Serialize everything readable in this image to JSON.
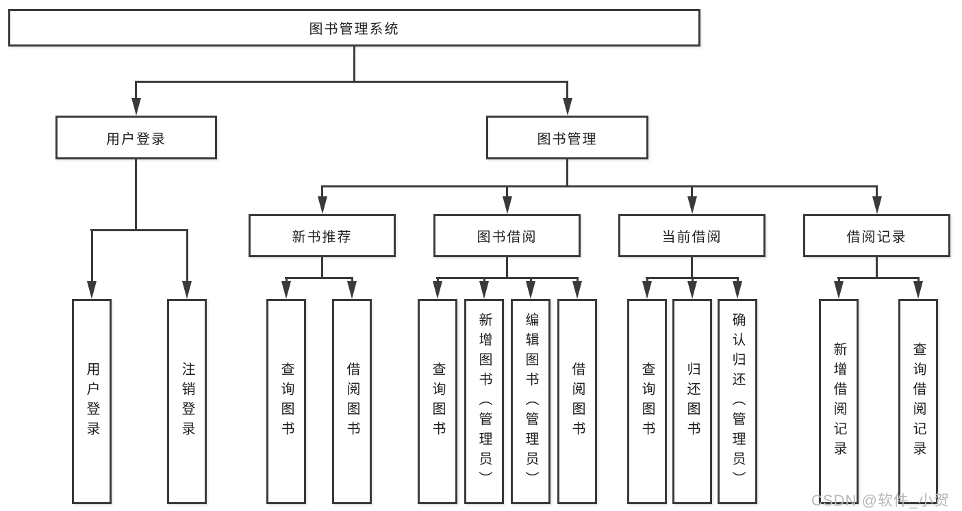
{
  "diagram": {
    "root": {
      "label": "图书管理系统"
    },
    "level2": {
      "login": {
        "label": "用户登录"
      },
      "manage": {
        "label": "图书管理"
      }
    },
    "level3": {
      "recommend": {
        "label": "新书推荐"
      },
      "borrow": {
        "label": "图书借阅"
      },
      "current": {
        "label": "当前借阅"
      },
      "records": {
        "label": "借阅记录"
      }
    },
    "leaves": {
      "login": [
        "用户登录",
        "注销登录"
      ],
      "recommend": [
        "查询图书",
        "借阅图书"
      ],
      "borrow": [
        "查询图书",
        "新增图书（管理员）",
        "编辑图书（管理员）",
        "借阅图书"
      ],
      "current": [
        "查询图书",
        "归还图书",
        "确认归还（管理员）"
      ],
      "records": [
        "新增借阅记录",
        "查询借阅记录"
      ]
    },
    "watermark": {
      "label": "CSDN @软件_小贺同学"
    },
    "colors": {
      "line": "#3a3a3a",
      "text": "#1f1f1f",
      "background": "#ffffff",
      "watermark": "#b9b9b9"
    }
  }
}
